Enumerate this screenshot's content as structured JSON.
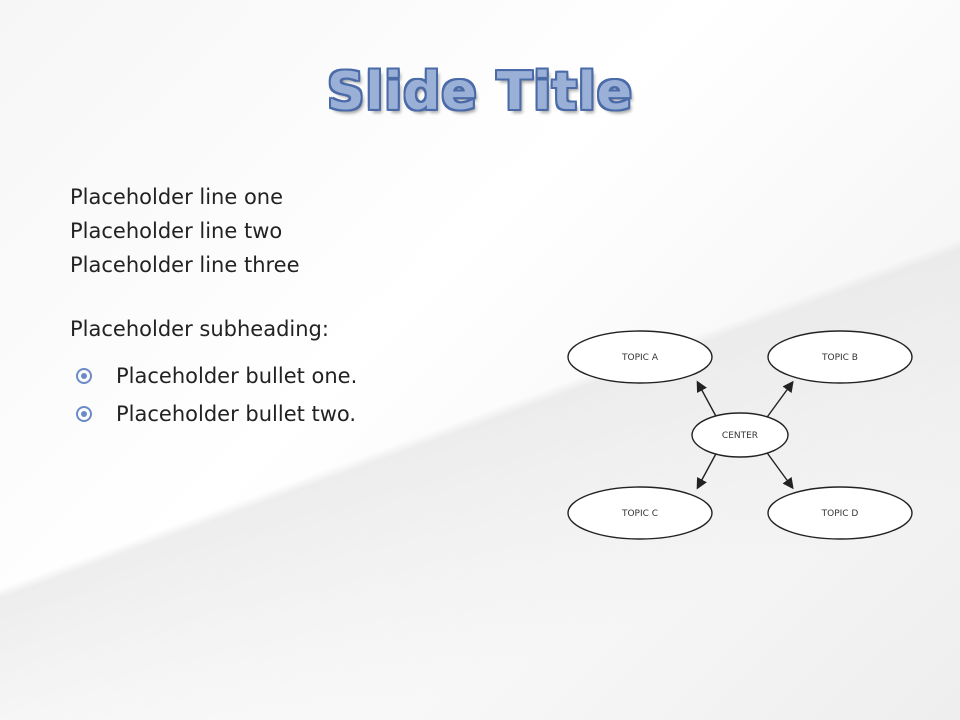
{
  "slide": {
    "title": "Slide Title",
    "paragraphs": [
      "Placeholder line one",
      "Placeholder line two",
      "Placeholder line three"
    ],
    "subheading": "Placeholder subheading:",
    "bullets": [
      "Placeholder bullet one.",
      "Placeholder bullet two."
    ]
  },
  "diagram": {
    "center": {
      "lines": [
        "CENTER"
      ]
    },
    "clouds": [
      {
        "lines": [
          "TOPIC A"
        ]
      },
      {
        "lines": [
          "TOPIC B"
        ]
      },
      {
        "lines": [
          "TOPIC C"
        ]
      },
      {
        "lines": [
          "TOPIC D"
        ]
      }
    ]
  },
  "colors": {
    "title_fill": "#9ab0d6",
    "title_outline": "#4a6aa8",
    "bullet": "#6a8ac8"
  }
}
